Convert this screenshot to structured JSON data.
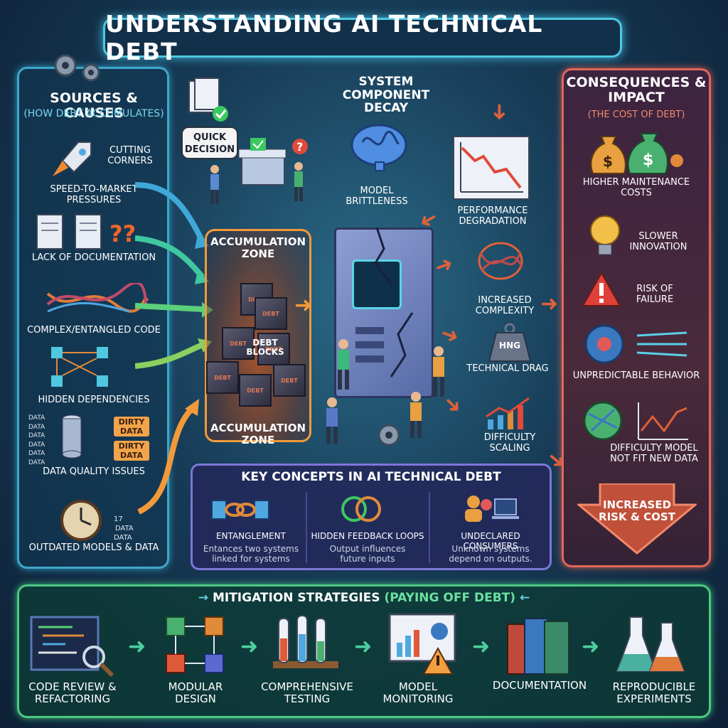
{
  "title": "UNDERSTANDING AI TECHNICAL DEBT",
  "sources": {
    "heading": "SOURCES & CAUSES",
    "subheading": "(HOW DEBT ACCUMULATES)",
    "items": [
      {
        "label": "CUTTING CORNERS",
        "icon": "rocket-icon"
      },
      {
        "label": "SPEED-TO-MARKET PRESSURES",
        "icon": "rocket-icon"
      },
      {
        "label": "LACK OF DOCUMENTATION",
        "icon": "documents-icon"
      },
      {
        "label": "COMPLEX/ENTANGLED CODE",
        "icon": "tangled-wires-icon"
      },
      {
        "label": "HIDDEN DEPENDENCIES",
        "icon": "dependency-graph-icon"
      },
      {
        "label": "DATA QUALITY ISSUES",
        "icon": "database-icon"
      },
      {
        "label": "OUTDATED MODELS & DATA",
        "icon": "clock-icon"
      }
    ],
    "dirty_data": [
      "DIRTY DATA",
      "DIRTY DATA"
    ],
    "data_tags": [
      "DATA",
      "DATA",
      "DATA",
      "DATA",
      "DATA",
      "DATA"
    ],
    "clock_tags": [
      "17",
      "DATA",
      "DATA"
    ]
  },
  "decision": {
    "label": "QUICK DECISION"
  },
  "accumulation": {
    "label_top": "ACCUMULATION ZONE",
    "label_bottom": "ACCUMULATION ZONE",
    "blocks_label": "DEBT BLOCKS",
    "cube_text": "DEBT"
  },
  "decay": {
    "heading": "SYSTEM COMPONENT DECAY",
    "items": [
      {
        "label": "MODEL BRITTLENESS"
      },
      {
        "label": "PERFORMANCE DEGRADATION"
      },
      {
        "label": "INCREASED COMPLEXITY"
      },
      {
        "label": "TECHNICAL DRAG"
      },
      {
        "label": "DIFFICULTY SCALING"
      }
    ],
    "weight_text": "HNG"
  },
  "consequences": {
    "heading": "CONSEQUENCES & IMPACT",
    "subheading": "(THE COST OF DEBT)",
    "items": [
      {
        "label": "HIGHER MAINTENANCE COSTS"
      },
      {
        "label": "SLOWER INNOVATION"
      },
      {
        "label": "RISK OF FAILURE"
      },
      {
        "label": "UNPREDICTABLE BEHAVIOR"
      },
      {
        "label": "DIFFICULTY MODEL NOT FIT NEW DATA"
      }
    ],
    "result": "INCREASED RISK & COST"
  },
  "key_concepts": {
    "heading": "KEY CONCEPTS IN AI TECHNICAL DEBT",
    "items": [
      {
        "title": "ENTANGLEMENT",
        "desc": "Entances two systems linked for systems"
      },
      {
        "title": "HIDDEN FEEDBACK LOOPS",
        "desc": "Output influences future inputs"
      },
      {
        "title": "UNDECLARED CONSUMERS",
        "desc": "Unknown systems depend on outputs."
      }
    ]
  },
  "mitigation": {
    "heading_main": "MITIGATION STRATEGIES",
    "heading_paren": "(PAYING OFF DEBT)",
    "items": [
      {
        "label": "CODE REVIEW & REFACTORING"
      },
      {
        "label": "MODULAR DESIGN"
      },
      {
        "label": "COMPREHENSIVE TESTING"
      },
      {
        "label": "MODEL MONITORING"
      },
      {
        "label": "DOCUMENTATION"
      },
      {
        "label": "REPRODUCIBLE EXPERIMENTS"
      }
    ]
  },
  "colors": {
    "cyan": "#4fc8e0",
    "orange": "#f29a3a",
    "red": "#e0675a",
    "green": "#4cc882",
    "purple": "#7d77d8"
  }
}
